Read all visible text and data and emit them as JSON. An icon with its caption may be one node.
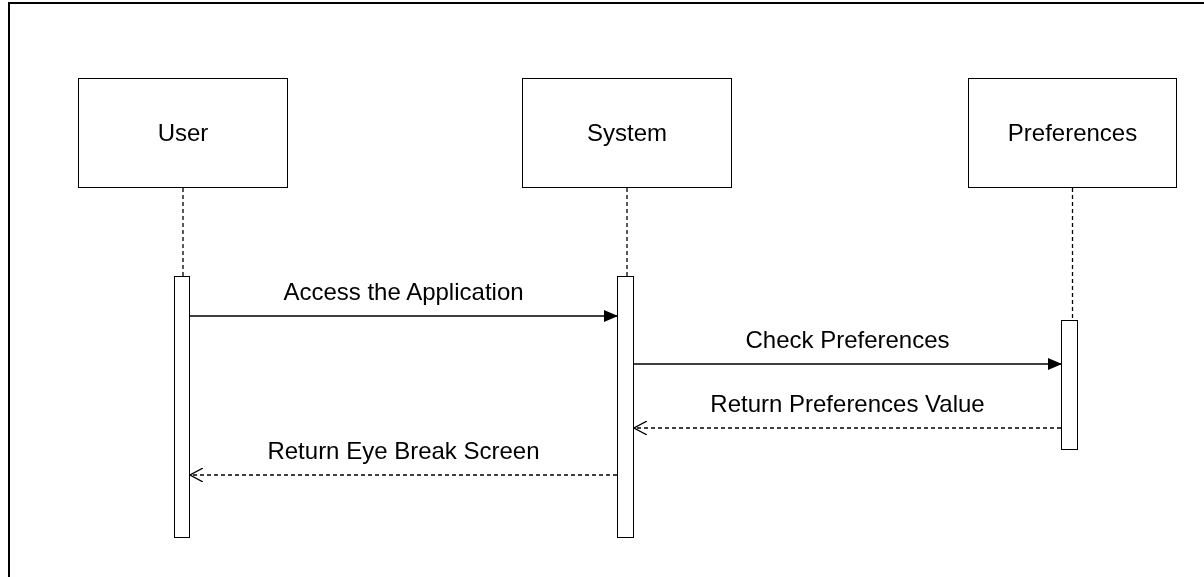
{
  "diagram": {
    "nodes": [
      {
        "text": [
          "User"
        ]
      },
      {
        "text": [
          "System"
        ]
      },
      {
        "text": [
          "Preferences"
        ]
      },
      {
        "text": [],
        "shape": "bar"
      },
      {
        "text": [],
        "shape": "bar"
      },
      {
        "text": [],
        "shape": "bar"
      }
    ],
    "edges": [
      {
        "from": 0,
        "to": 3,
        "arrow": "none",
        "style": "dashed"
      },
      {
        "from": 1,
        "to": 4,
        "arrow": "none",
        "style": "dashed"
      },
      {
        "from": 2,
        "to": 5,
        "arrow": "none",
        "style": "dashed"
      },
      {
        "from": 3,
        "to": 4,
        "arrow": "to",
        "label": "Access the Application"
      },
      {
        "from": 4,
        "to": 5,
        "arrow": "to",
        "label": "Check Preferences"
      },
      {
        "from": 5,
        "to": 4,
        "arrow": "to",
        "label": "Return Preferences Value",
        "style": "dashed"
      },
      {
        "from": 4,
        "to": 3,
        "arrow": "to",
        "label": "Return Eye Break Screen",
        "style": "dashed"
      }
    ]
  }
}
